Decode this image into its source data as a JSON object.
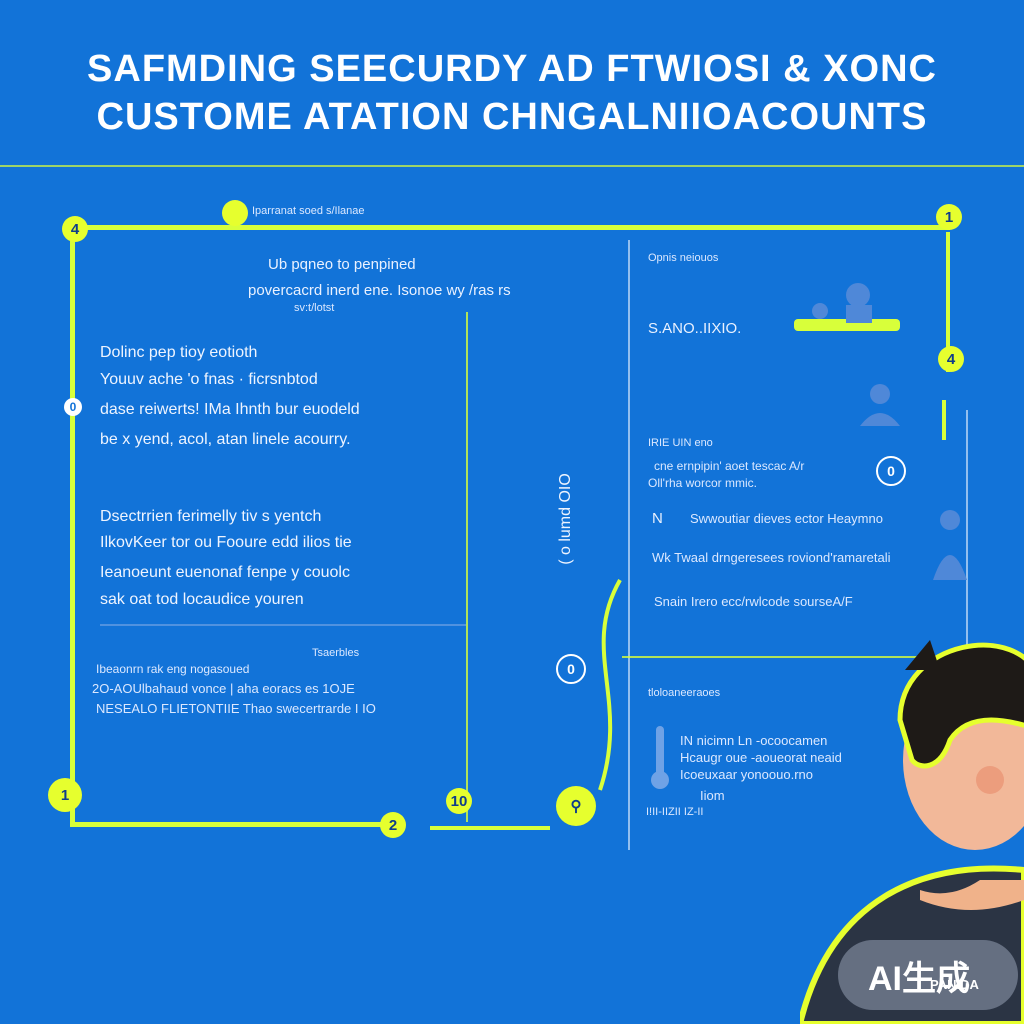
{
  "header": {
    "line1": "SAFMDING SEECURDY AD FTWIOSI & XONC",
    "line2": "CUSTOME ATATION CHNGALNIIOACOUNTS"
  },
  "left_panel": {
    "caption_top": "Iparranat soed s/Ilanae",
    "heading": "Ub pqneo to penpined",
    "subheading": "povercacrd inerd ene. Isonoe wy /ras rs",
    "tiny_line": "sv:t/lotst",
    "para1": [
      "Dolinc pep tioy eotioth",
      "Youuv ache 'o fnas · ficrsnbtod",
      "dase reiwerts! IMa Ihnth bur euodeld",
      "be x yend, acol, atan linele acourry."
    ],
    "para2": [
      "Dsectrrien ferimelly tiv s yentch",
      "IlkovKeer tor ou Fooure edd ilios tie",
      "Ieanoeunt euenonaf fenpe y couolc",
      "sak oat tod locaudice youren"
    ],
    "footer_label": "Tsaerbles",
    "footer_lines": [
      "Ibeaonrn rak eng nogasoued",
      "2O-AOUlbahaud vonce | aha eoracs es 1OJE",
      "NESEALO FLIETONTIIE Thao swecertrarde I IO"
    ]
  },
  "vertical_label": "( o lumd OIO",
  "right_panel": {
    "top_label": "Opnis neiouos",
    "code": "S.ANO..IIXIO.",
    "section_label": "IRIE UIN eno",
    "lines": [
      "cne ernpipin' aoet tescac A/r",
      "Oll'rha worcor mmic."
    ],
    "list": [
      "Swwoutiar dieves ector Heaymno",
      "Wk Twaal drngeresees roviond'ramaretali",
      "Snain Irero ecc/rwlcode sourseA/F"
    ],
    "lower_label": "tloloaneeraoes",
    "lower_lines": [
      "IN nicimn Ln -ocoocamen",
      "Hcaugr oue -aoueorat neaid",
      "Icoeuxaar yonoouo.rno"
    ],
    "tiny_tag": "Iiom",
    "tiny_tag2": "I!II-IIZII IZ-II"
  },
  "badges": {
    "top_left": "4",
    "top_right": "1",
    "right_mid": "4",
    "left_mid": "0",
    "bottom_left": "1",
    "bottom_mid": "2",
    "bottom_ring": "10",
    "ring_right": "0",
    "ring_mid": "0",
    "lock_glyph": "⚲"
  },
  "watermark": {
    "text": "AI生成",
    "trailing": "PANIDA"
  },
  "colors": {
    "background": "#1273d8",
    "accent": "#d8ff3a",
    "text": "#ffffff"
  }
}
